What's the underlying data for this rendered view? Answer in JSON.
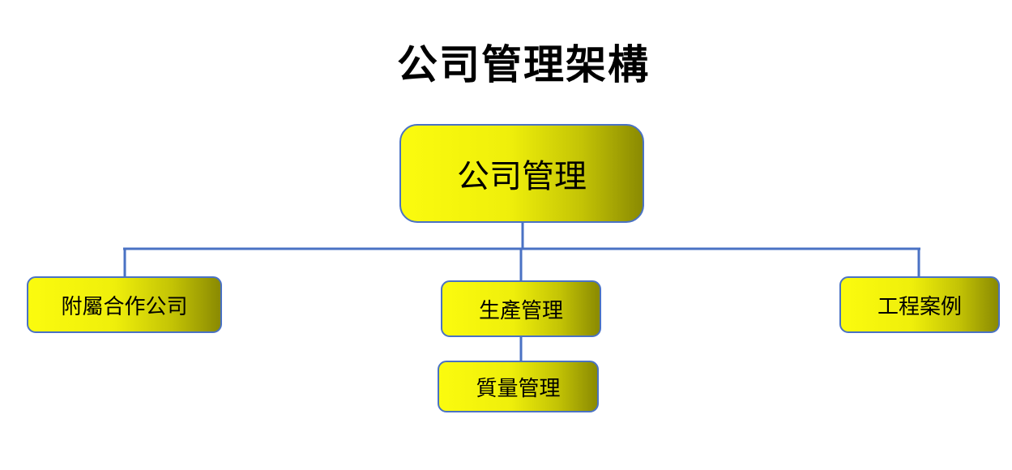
{
  "title": "公司管理架構",
  "colors": {
    "connector": "#4a72c4",
    "node_fill_start": "#fbfb0e",
    "node_fill_end": "#8a8a02",
    "node_border": "#4a72c4"
  },
  "nodes": {
    "root": "公司管理",
    "affiliates": "附屬合作公司",
    "production": "生產管理",
    "projects": "工程案例",
    "quality": "質量管理"
  }
}
